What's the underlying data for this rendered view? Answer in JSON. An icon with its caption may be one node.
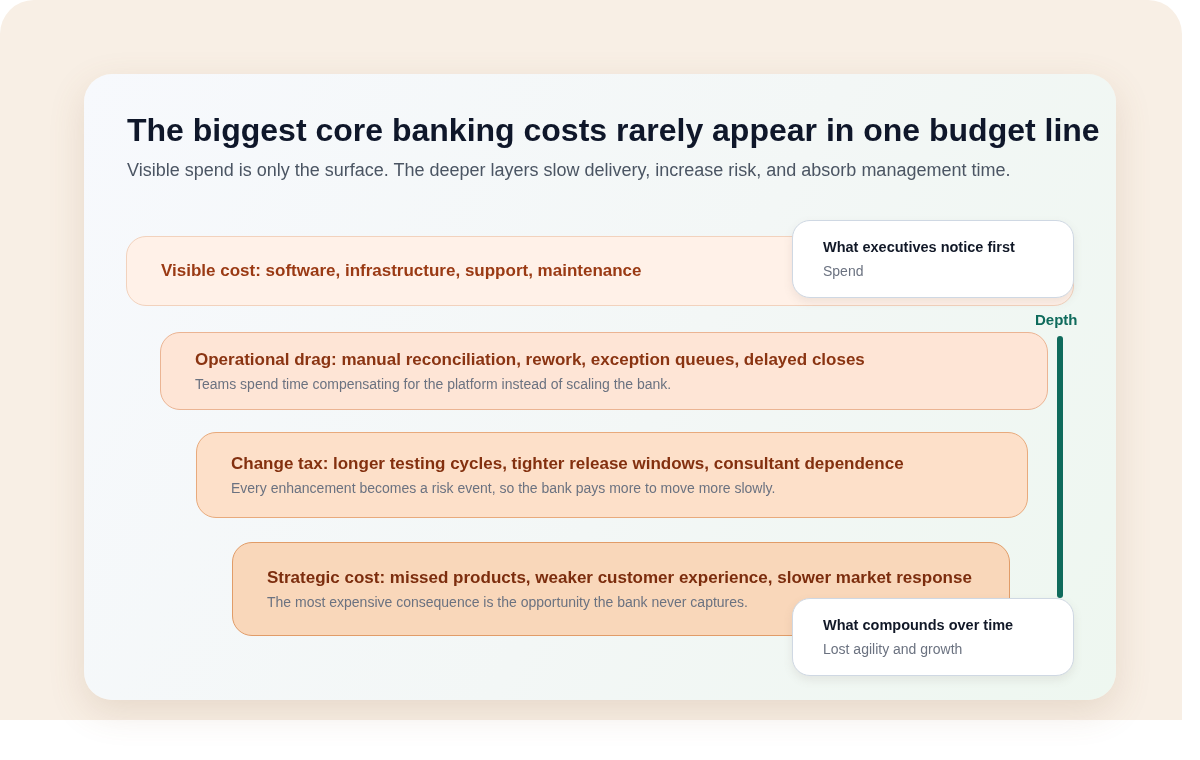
{
  "diagram": {
    "title": "The biggest core banking costs rarely appear in one budget line",
    "nodes": [
      {
        "text": [
          "Visible cost: software, infrastructure, support, maintenance"
        ]
      },
      {
        "text": [
          "What executives notice first",
          "Spend"
        ]
      },
      {
        "text": [
          "Operational drag: manual reconciliation, rework, exception queues, delayed closes",
          "Teams spend time compensating for the platform instead of scaling the bank."
        ]
      },
      {
        "text": [
          "Change tax: longer testing cycles, tighter release windows, consultant dependence",
          "Every enhancement becomes a risk event, so the bank pays more to move more slowly."
        ]
      },
      {
        "text": [
          "Strategic cost: missed products, weaker customer experience, slower market response",
          "The most expensive consequence is the opportunity the bank never captures."
        ]
      },
      {
        "text": [
          "What compounds over time",
          "Lost agility and growth"
        ]
      }
    ],
    "labels": [
      "Visible spend is only the surface. The deeper layers slow delivery, increase risk, and absorb management time.",
      "Depth"
    ]
  }
}
